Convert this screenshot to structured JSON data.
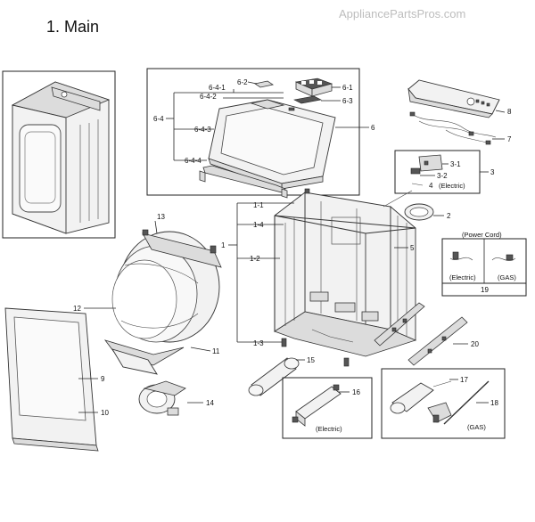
{
  "page": {
    "title": "1. Main",
    "watermark": "AppliancePartsPros.com"
  },
  "callouts": {
    "c1": "1",
    "c1_1": "1-1",
    "c1_2": "1-2",
    "c1_3": "1-3",
    "c1_4": "1-4",
    "c2": "2",
    "c3": "3",
    "c3_1": "3-1",
    "c3_2": "3-2",
    "c4": "4",
    "c5": "5",
    "c6": "6",
    "c6_1": "6-1",
    "c6_2": "6-2",
    "c6_3": "6-3",
    "c6_4": "6-4",
    "c6_4_1": "6-4-1",
    "c6_4_2": "6-4-2",
    "c6_4_3": "6-4-3",
    "c6_4_4": "6-4-4",
    "c7": "7",
    "c8": "8",
    "c9": "9",
    "c10": "10",
    "c11": "11",
    "c12": "12",
    "c13": "13",
    "c14": "14",
    "c15": "15",
    "c16": "16",
    "c17": "17",
    "c18": "18",
    "c19": "19",
    "c20": "20"
  },
  "notes": {
    "electric_box3": "(Electric)",
    "power_cord": "(Power Cord)",
    "electric_19": "(Electric)",
    "gas_19": "(GAS)",
    "electric_16": "(Electric)",
    "gas_18": "(GAS)"
  }
}
